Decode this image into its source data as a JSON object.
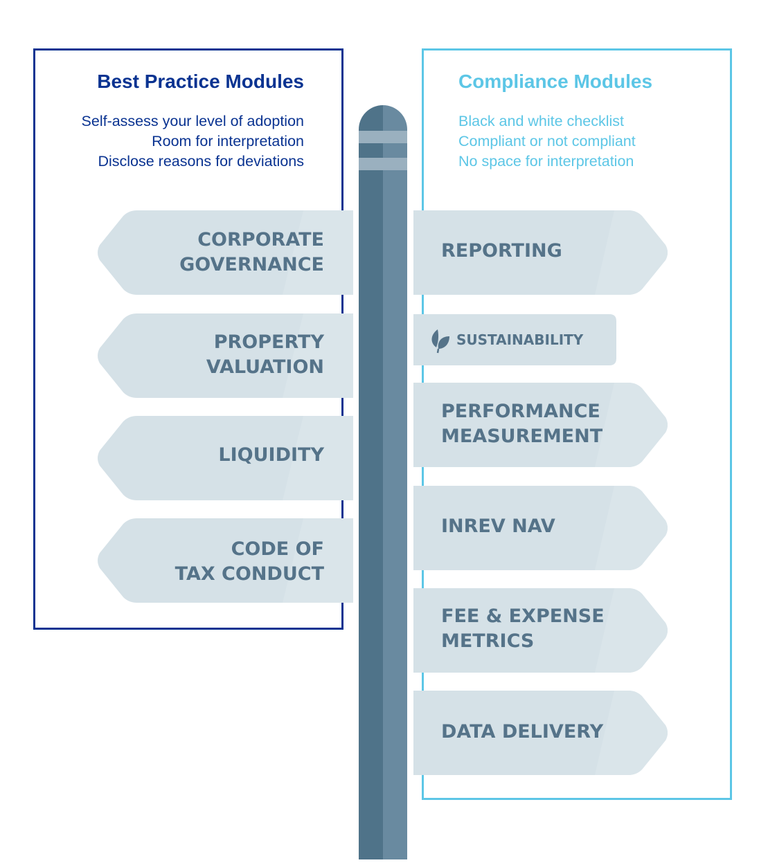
{
  "best_practice": {
    "title": "Best Practice Modules",
    "lines": [
      "Self-assess your level of adoption",
      "Room for interpretation",
      "Disclose reasons for deviations"
    ],
    "modules": [
      [
        "CORPORATE",
        "GOVERNANCE"
      ],
      [
        "PROPERTY",
        "VALUATION"
      ],
      [
        "LIQUIDITY"
      ],
      [
        "CODE OF",
        "TAX CONDUCT"
      ]
    ]
  },
  "compliance": {
    "title": "Compliance Modules",
    "lines": [
      "Black and white checklist",
      "Compliant or not compliant",
      "No space for interpretation"
    ],
    "modules": [
      [
        "REPORTING"
      ],
      [
        "SUSTAINABILITY"
      ],
      [
        "PERFORMANCE",
        "MEASUREMENT"
      ],
      [
        "INREV NAV"
      ],
      [
        "FEE & EXPENSE",
        "METRICS"
      ],
      [
        "DATA DELIVERY"
      ]
    ]
  },
  "colors": {
    "best_practice_accent": "#0a3391",
    "compliance_accent": "#5cc6e6",
    "sign_fill": "#d5e1e7",
    "sign_text": "#557389",
    "post_dark": "#4f7389",
    "post_light": "#698aa0"
  },
  "icons": {
    "sustainability": "leaf-icon"
  }
}
